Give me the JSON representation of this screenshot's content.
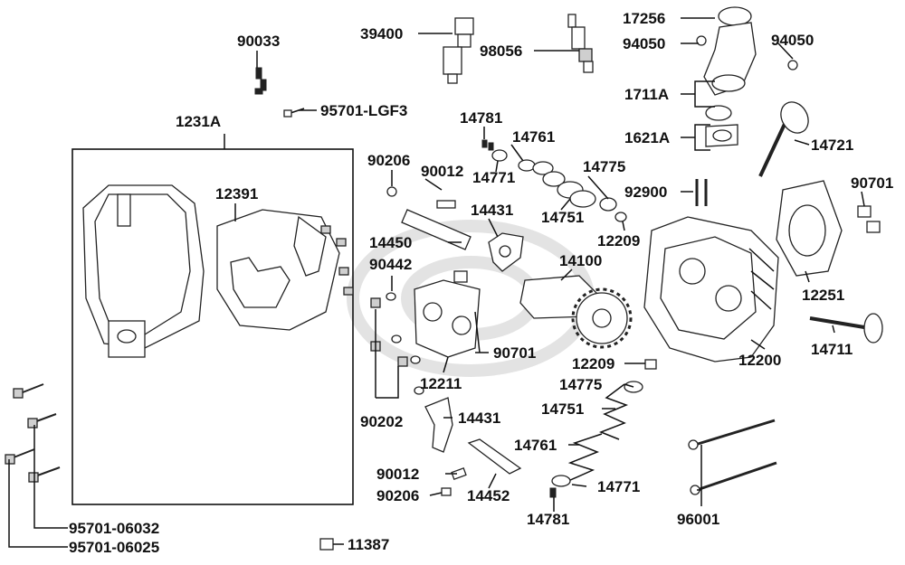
{
  "diagram": {
    "part_numbers": {
      "p90033": "90033",
      "p39400": "39400",
      "p98056": "98056",
      "p17256": "17256",
      "p94050a": "94050",
      "p94050b": "94050",
      "p1711A": "1711A",
      "p1621A": "1621A",
      "p14721": "14721",
      "p90701a": "90701",
      "p92900": "92900",
      "p1231A": "1231A",
      "p95701LGF3": "95701-LGF3",
      "p14781a": "14781",
      "p14761a": "14761",
      "p90206a": "90206",
      "p90012a": "90012",
      "p14775a": "14775",
      "p14771a": "14771",
      "p12391": "12391",
      "p14431a": "14431",
      "p14751a": "14751",
      "p12209a": "12209",
      "p14450": "14450",
      "p90442": "90442",
      "p14100": "14100",
      "p12251": "12251",
      "p14711": "14711",
      "p12200": "12200",
      "p90701b": "90701",
      "p12209b": "12209",
      "p14775b": "14775",
      "p12211": "12211",
      "p14751b": "14751",
      "p90202": "90202",
      "p14431b": "14431",
      "p14761b": "14761",
      "p90012b": "90012",
      "p14771b": "14771",
      "p90206b": "90206",
      "p14452": "14452",
      "p14781b": "14781",
      "p96001": "96001",
      "p9570106032": "95701-06032",
      "p9570106025": "95701-06025",
      "p11387": "11387"
    }
  }
}
